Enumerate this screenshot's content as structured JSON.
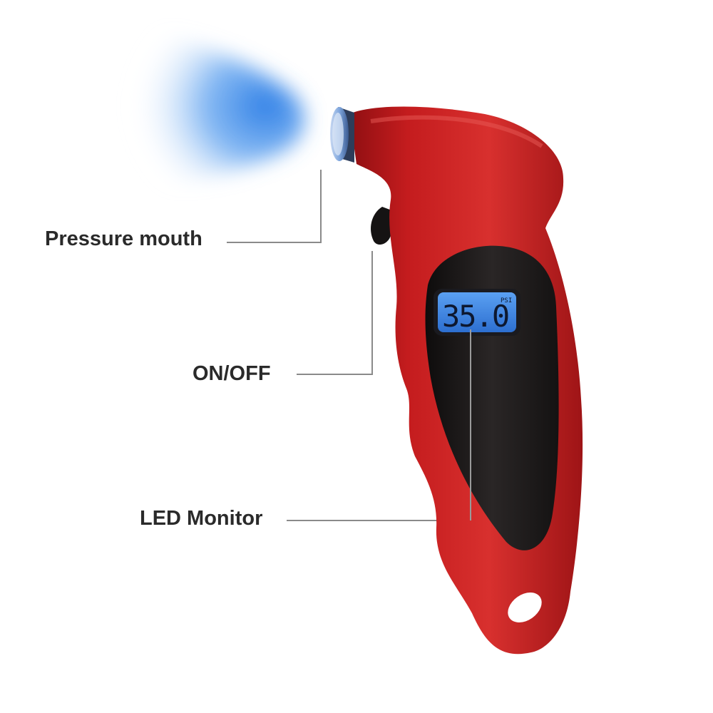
{
  "callouts": {
    "pressure_mouth": "Pressure mouth",
    "on_off": "ON/OFF",
    "led_monitor": "LED Monitor"
  },
  "display": {
    "reading": "35.0",
    "unit": "PSI"
  },
  "colors": {
    "body_red": "#c81e1e",
    "grip_black": "#1c1a1a",
    "lcd_blue": "#3d86e6",
    "air_blue": "#2f7fe6",
    "callout_line": "#8a8a8a"
  }
}
